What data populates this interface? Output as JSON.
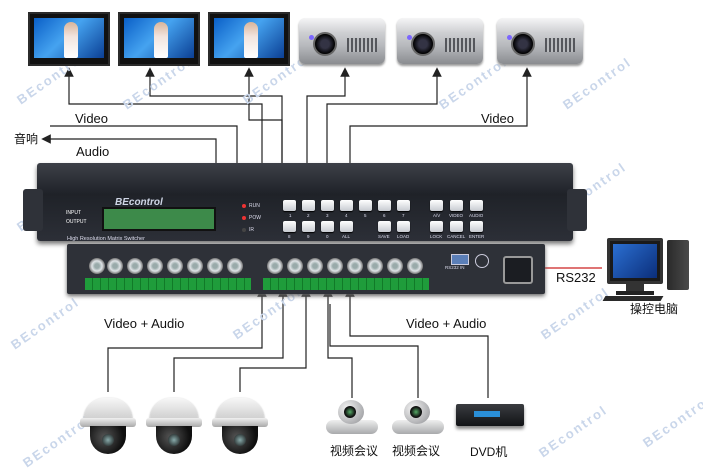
{
  "watermark": {
    "text": "BEcontrol"
  },
  "labels": {
    "video_left": "Video",
    "video_right": "Video",
    "speaker": "音响",
    "audio": "Audio",
    "rs232": "RS232",
    "pc": "操控电脑",
    "video_audio_left": "Video + Audio",
    "video_audio_right": "Video + Audio",
    "vc1": "视频会议",
    "vc2": "视频会议",
    "dvd": "DVD机"
  },
  "switcher": {
    "brand": "BEcontrol",
    "subtitle": "High Resolution Matrix Switcher",
    "lcd_input": "INPUT",
    "lcd_output": "OUTPUT",
    "leds": [
      "RUN",
      "POW",
      "IR"
    ],
    "top_buttons": [
      "1",
      "2",
      "3",
      "4",
      "5",
      "6",
      "7",
      "A/V",
      "VIDEO",
      "AUDIO"
    ],
    "bottom_buttons": [
      "8",
      "9",
      "0",
      "ALL",
      "SAVE",
      "LOAD",
      "LOCK",
      "CANCEL",
      "ENTER"
    ]
  },
  "rear": {
    "port_label": "RS232 IN"
  },
  "colors": {
    "line": "#222222",
    "rs232_line": "#cc2222"
  }
}
